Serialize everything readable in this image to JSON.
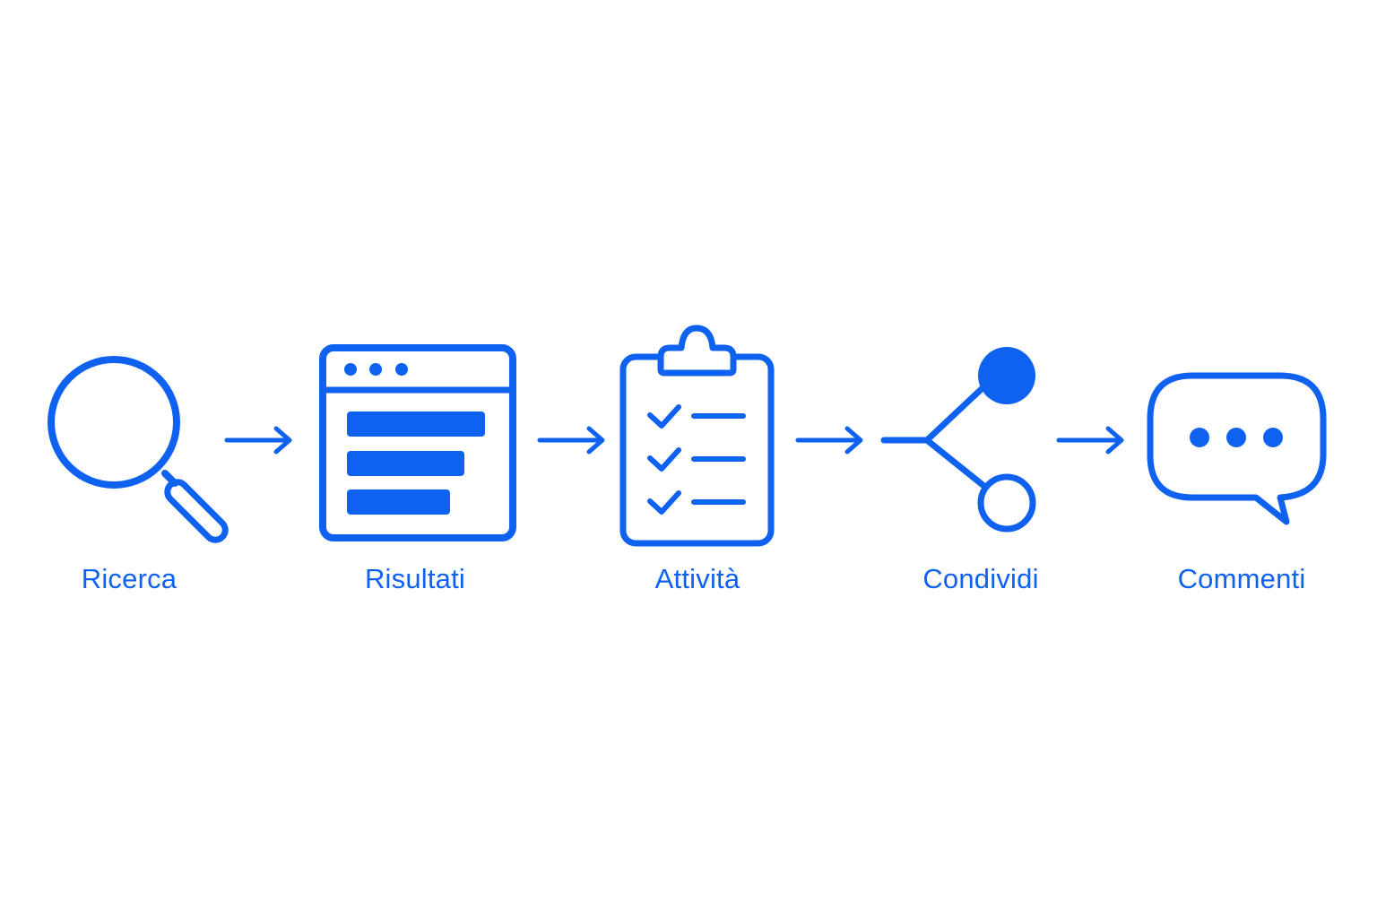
{
  "colors": {
    "accent": "#0f62f0",
    "background": "#ffffff"
  },
  "steps": [
    {
      "label": "Ricerca",
      "icon": "magnifier-icon"
    },
    {
      "label": "Risultati",
      "icon": "browser-results-icon"
    },
    {
      "label": "Attività",
      "icon": "clipboard-checklist-icon"
    },
    {
      "label": "Condividi",
      "icon": "share-icon"
    },
    {
      "label": "Commenti",
      "icon": "chat-bubble-icon"
    }
  ]
}
